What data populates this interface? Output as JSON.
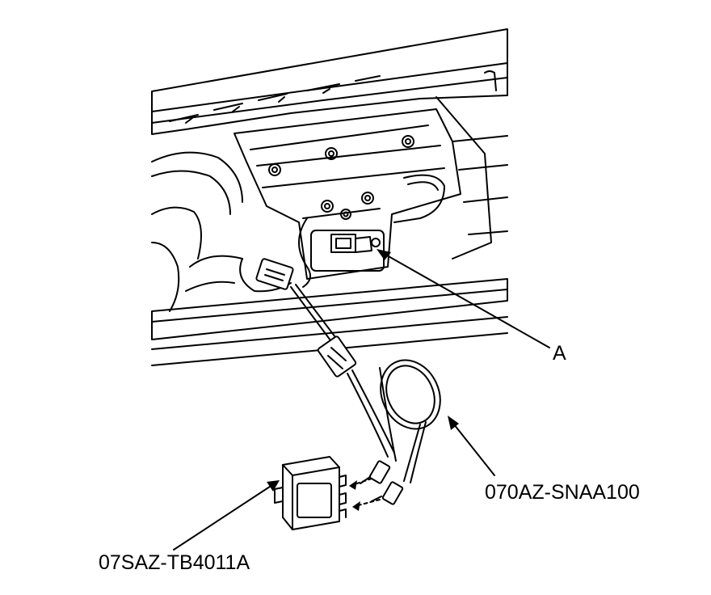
{
  "labels": {
    "part_a": "A",
    "harness_part_no": "070AZ-SNAA100",
    "unit_part_no": "07SAZ-TB4011A"
  },
  "colors": {
    "ink": "#000000",
    "background": "#ffffff",
    "panel_fill": "#ffffff"
  },
  "icons": {
    "connector": "connector-plug",
    "arrow": "leader-arrow"
  }
}
